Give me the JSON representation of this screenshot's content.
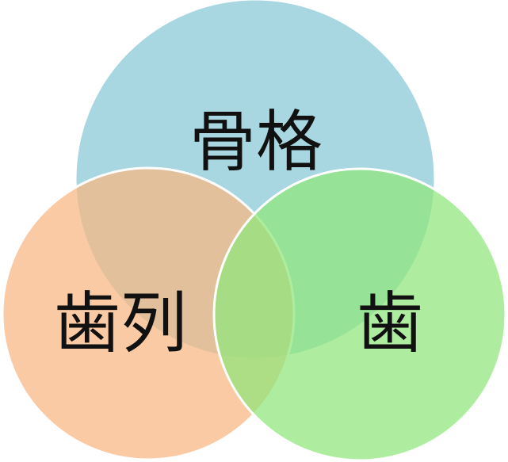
{
  "diagram": {
    "type": "venn",
    "sets": [
      {
        "id": "top",
        "label": "骨格",
        "color": "#8FCAD9"
      },
      {
        "id": "left",
        "label": "歯列",
        "color": "#F7B884"
      },
      {
        "id": "right",
        "label": "歯",
        "color": "#8FE67A"
      }
    ]
  }
}
